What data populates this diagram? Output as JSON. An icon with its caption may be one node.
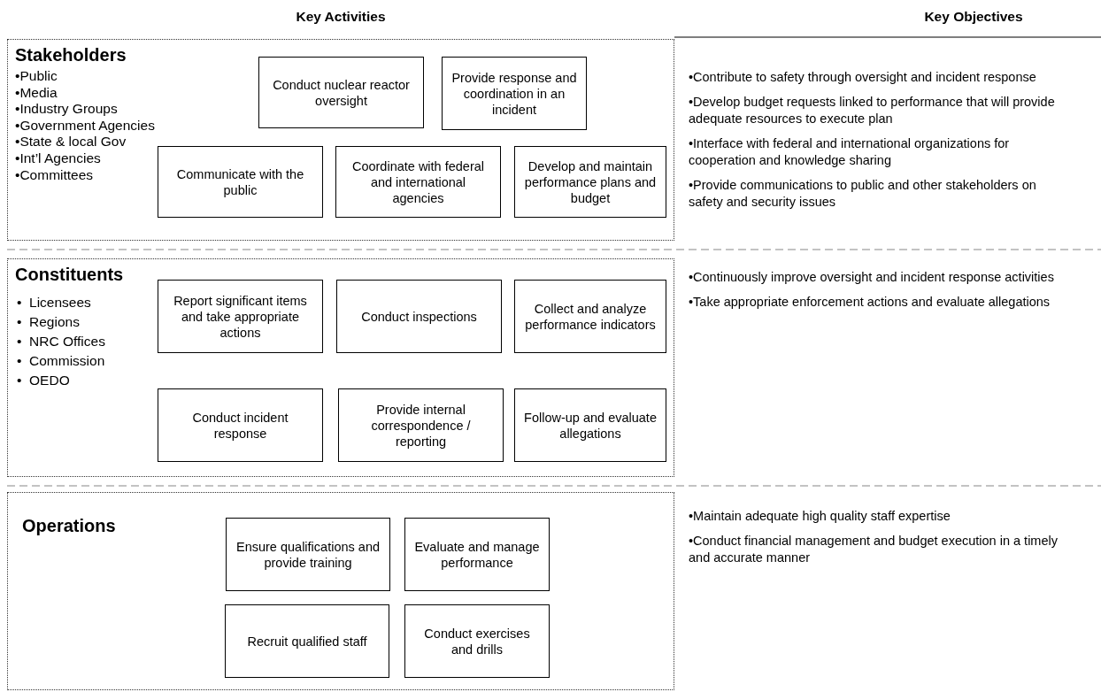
{
  "diagram": {
    "nodes": [
      {
        "text": [
          "Stakeholders",
          "•Public",
          "•Media",
          "•Industry Groups",
          "•Government Agencies",
          "•State & local Gov",
          "•Int’l Agencies",
          "•Committees"
        ]
      },
      {
        "text": [
          "Conduct nuclear reactor oversight"
        ],
        "in": 0
      },
      {
        "text": [
          "Provide response and coordination in an incident"
        ],
        "in": 0
      },
      {
        "text": [
          "Communicate with the public"
        ],
        "in": 0
      },
      {
        "text": [
          "Coordinate with federal and international agencies"
        ],
        "in": 0
      },
      {
        "text": [
          "Develop and maintain performance plans and budget"
        ],
        "in": 0
      },
      {
        "text": [
          "Constituents",
          "•  Licensees",
          "•  Regions",
          "•  NRC Offices",
          "•  Commission",
          "•  OEDO"
        ]
      },
      {
        "text": [
          "Report significant items and take appropriate actions"
        ],
        "in": 6
      },
      {
        "text": [
          "Conduct inspections"
        ],
        "in": 6
      },
      {
        "text": [
          "Collect and analyze performance indicators"
        ],
        "in": 6
      },
      {
        "text": [
          "Conduct incident response"
        ],
        "in": 6
      },
      {
        "text": [
          "Provide internal correspondence / reporting"
        ],
        "in": 6
      },
      {
        "text": [
          "Follow-up and evaluate allegations"
        ],
        "in": 6
      },
      {
        "text": [
          "Operations"
        ]
      },
      {
        "text": [
          "Ensure qualifications and provide training"
        ],
        "in": 13
      },
      {
        "text": [
          "Evaluate and manage performance"
        ],
        "in": 13
      },
      {
        "text": [
          "Recruit qualified staff"
        ],
        "in": 13
      },
      {
        "text": [
          "Conduct exercises and drills"
        ],
        "in": 13
      }
    ],
    "labels": [
      "Key Activities",
      "Key Objectives",
      "•Contribute to safety through oversight and incident response",
      "•Develop budget requests linked to performance that will provide adequate resources to execute plan",
      "•Interface with federal and international organizations for cooperation and knowledge sharing",
      "•Provide communications to public and other stakeholders on safety and security issues",
      "•Continuously improve oversight and incident response activities",
      "•Take appropriate enforcement actions and evaluate allegations",
      "•Maintain adequate high quality staff expertise",
      "•Conduct financial management and budget execution in a timely and accurate manner"
    ]
  }
}
